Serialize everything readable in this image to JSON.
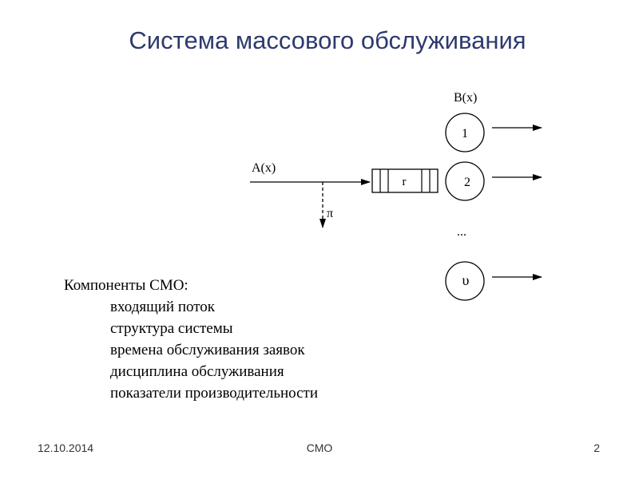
{
  "slide": {
    "title": "Система массового обслуживания"
  },
  "diagram": {
    "arrival_label": "A(x)",
    "service_label": "B(x)",
    "loss_label": "π",
    "queue_label": "r",
    "servers": [
      "1",
      "2",
      "υ"
    ],
    "ellipsis": "..."
  },
  "components": {
    "heading": "Компоненты СМО:",
    "items": [
      "входящий поток",
      "структура системы",
      "времена обслуживания заявок",
      "дисциплина обслуживания",
      "показатели производительности"
    ]
  },
  "footer": {
    "date": "12.10.2014",
    "center": "СМО",
    "page": "2"
  }
}
